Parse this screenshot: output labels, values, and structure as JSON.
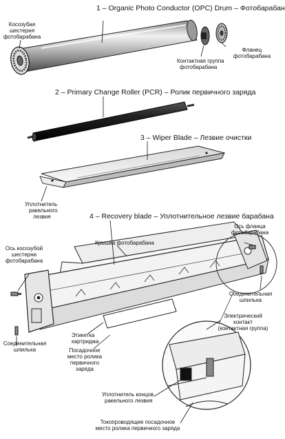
{
  "labels": {
    "opc_drum": "1 – Organic Photo Conductor (OPC) Drum – Фотобарабан",
    "helical_gear": [
      "Косозубая",
      "шестерня",
      "фотобарабана"
    ],
    "contact_group": [
      "Контактная группа",
      "фотобарабана"
    ],
    "drum_flange": [
      "Фланец",
      "фотобарабана"
    ],
    "pcr": "2 – Primary Change Roller (PCR) – Ролик первичного заряда",
    "wiper_blade": "3 – Wiper Blade – Лезвие очистки",
    "blade_seal": [
      "Уплотнитель",
      "ракельного",
      "лезвия"
    ],
    "recovery_blade": "4 – Recovery blade – Уплотнительное лезвие барабана",
    "helical_gear_axle": [
      "Ось косозубой",
      "шестерни",
      "фотобарабана"
    ],
    "drum_cover": "Крышка фотобарабана",
    "flange_axle": [
      "Ось фланца",
      "фотобарабана"
    ],
    "connecting_pin_right": [
      "Соединительная",
      "шпилька"
    ],
    "electrical_contact": [
      "Электрический",
      "контакт",
      "(контактная группа)"
    ],
    "connecting_pin_left": [
      "Соединительная",
      "шпилька"
    ],
    "cartridge_label": [
      "Этикетка",
      "картриджа"
    ],
    "pcr_seat": [
      "Посадочное",
      "место ролика",
      "первичного",
      "заряда"
    ],
    "blade_end_seal": [
      "Уплотнитель концов",
      "ракельного лезвия"
    ],
    "conductive_pcr_seat": [
      "Токопроводящее посадочное",
      "место ролика первичного заряда"
    ]
  }
}
